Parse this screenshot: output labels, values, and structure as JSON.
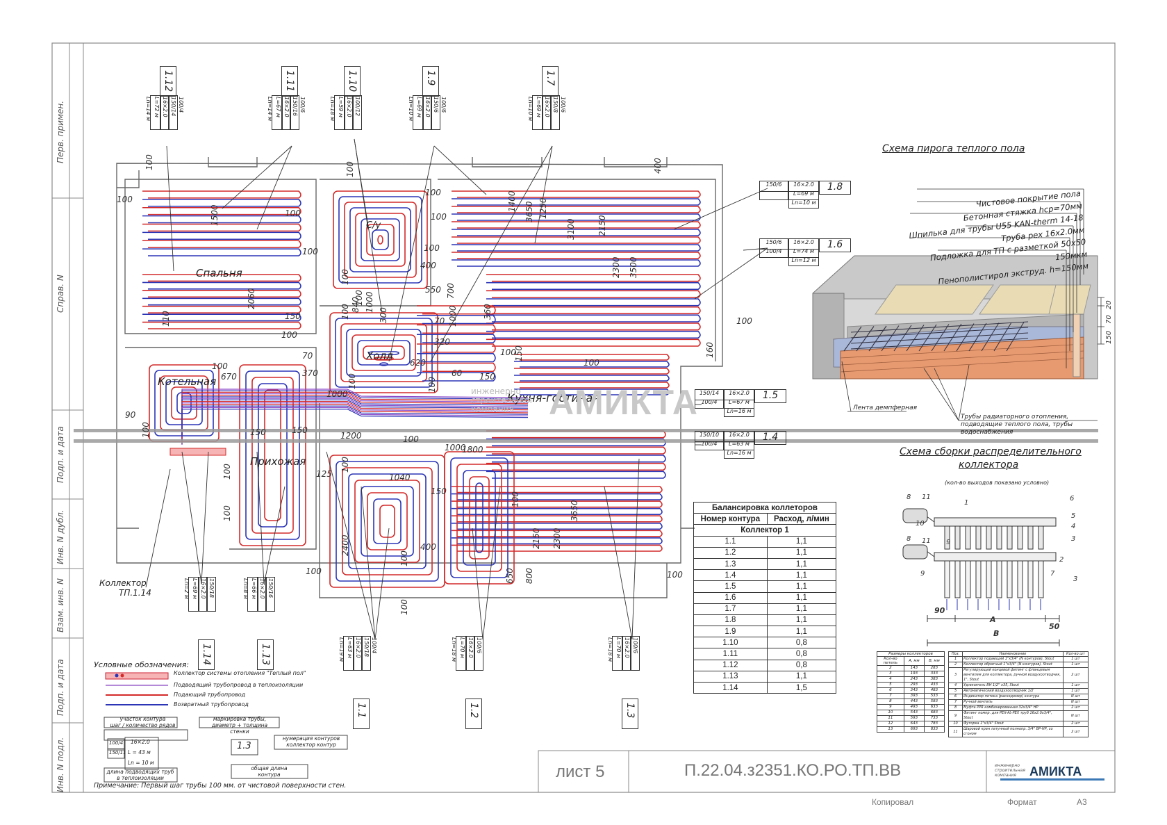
{
  "side_labels": [
    "Перв. примен.",
    "Справ. N",
    "Подп. и дата",
    "Инв. N дубл.",
    "Взам. инв. N",
    "Подп. и дата",
    "Инв. N подл."
  ],
  "rooms": {
    "bedroom": "Спальня",
    "bath": "С/у",
    "hall": "Холл",
    "boiler": "Котельная",
    "kitchen": "Кухня-гостиная",
    "entry": "Прихожая"
  },
  "circuit_tags": {
    "c112": {
      "id": "1.12",
      "a": "150/14",
      "b": "100/4",
      "c": "16×2.0",
      "d": "L=72 м",
      "e": "Ln=14 м"
    },
    "c111": {
      "id": "1.11",
      "a": "150/16",
      "b": "100/6",
      "c": "16×2.0",
      "d": "L=67 м",
      "e": "Ln=14 м"
    },
    "c110": {
      "id": "1.10",
      "a": "100/12",
      "b": "",
      "c": "16×2.0",
      "d": "L=59 м",
      "e": "Ln=18 м"
    },
    "c19": {
      "id": "1.9",
      "a": "150/6",
      "b": "100/6",
      "c": "16×2.0",
      "d": "L=69 м",
      "e": "Ln=10 м"
    },
    "c17": {
      "id": "1.7",
      "a": "150/8",
      "b": "100/6",
      "c": "16×2.0",
      "d": "L=69 м",
      "e": "Ln=10 м"
    },
    "c18": {
      "id": "1.8",
      "a": "150/6",
      "b": "",
      "c": "16×2.0",
      "d": "L=69 м",
      "e": "Ln=10 м"
    },
    "c16": {
      "id": "1.6",
      "a": "150/6",
      "b": "100/4",
      "c": "16×2.0",
      "d": "L=74 м",
      "e": "Ln=12 м"
    },
    "c15": {
      "id": "1.5",
      "a": "150/14",
      "b": "100/4",
      "c": "16×2.0",
      "d": "L=67 м",
      "e": "Ln=16 м"
    },
    "c14": {
      "id": "1.4",
      "a": "150/10",
      "b": "100/4",
      "c": "16×2.0",
      "d": "L=63 м",
      "e": "Ln=16 м"
    },
    "c114": {
      "id": "1.14",
      "a": "150/18",
      "b": "",
      "c": "16×2.0",
      "d": "L=69 м",
      "e": "Ln=2 м"
    },
    "c113": {
      "id": "1.13",
      "a": "150/16",
      "b": "",
      "c": "16×2.0",
      "d": "L=66 м",
      "e": "Ln=8 м"
    },
    "c11": {
      "id": "1.1",
      "a": "150/18",
      "b": "100/4",
      "c": "16×2.0",
      "d": "L=63 м",
      "e": "Ln=19 м"
    },
    "c12": {
      "id": "1.2",
      "a": "100/6",
      "b": "",
      "c": "16×2.0",
      "d": "L=70 м",
      "e": "Ln=18 м"
    },
    "c13": {
      "id": "1.3",
      "a": "100/6",
      "b": "",
      "c": "16×2.0",
      "d": "L=70 м",
      "e": "Ln=18 м"
    }
  },
  "dims": [
    "100",
    "100",
    "1500",
    "100",
    "2060",
    "110",
    "150",
    "100",
    "70",
    "370",
    "100",
    "150",
    "150",
    "100",
    "100",
    "125",
    "100",
    "100",
    "1200",
    "1040",
    "100",
    "100",
    "2400",
    "100",
    "100",
    "150",
    "400",
    "1000",
    "100",
    "3100",
    "2150",
    "2300",
    "3500",
    "3650",
    "1250",
    "1400",
    "550",
    "700",
    "1000",
    "360",
    "70",
    "320",
    "620",
    "60",
    "150",
    "100",
    "400",
    "100",
    "150",
    "100",
    "3650",
    "2150",
    "2300",
    "800",
    "650",
    "160",
    "100",
    "840",
    "1000",
    "300",
    "100",
    "400",
    "100",
    "100",
    "100",
    "100",
    "100",
    "100",
    "90",
    "100",
    "670",
    "1000",
    "1800",
    "100",
    "100"
  ],
  "collector_label": [
    "Коллектор",
    "ТП.1.14"
  ],
  "watermark": {
    "big": "АМИКТА",
    "small1": "инженерно",
    "small2": "строительная",
    "small3": "компания"
  },
  "pie": {
    "title": "Схема пирога теплого пола",
    "layers": [
      "Чистовое покрытие пола",
      "Бетонная стяжка hср=70мм",
      "Шпилька для трубы U55 KAN-therm 14-18",
      "Труба pex 16х2.0мм",
      "Подложка для ТП с разметкой 50х50 150мкм",
      "Пенополистирол экструд. h=150мм"
    ],
    "side_dims": [
      "20",
      "70",
      "150"
    ],
    "note1": "Лента демпферная",
    "note2": "Трубы радиаторного отопления, подводящие теплого пола, трубы водоснабжения"
  },
  "collector_scheme": {
    "title1": "Схема сборки распределительного",
    "title2": "коллектора",
    "subtitle": "(кол-во выходов показано условно)",
    "dims": [
      "90",
      "A",
      "B",
      "50"
    ],
    "nums": [
      "8",
      "11",
      "1",
      "6",
      "5",
      "4",
      "3",
      "10",
      "8",
      "11",
      "9",
      "2",
      "7",
      "3",
      "9"
    ]
  },
  "balance": {
    "title": "Балансировка коллеторов",
    "col1": "Номер контура",
    "col2": "Расход, л/мин",
    "group": "Коллектор 1",
    "rows": [
      [
        "1.1",
        "1,1"
      ],
      [
        "1.2",
        "1,1"
      ],
      [
        "1.3",
        "1,1"
      ],
      [
        "1.4",
        "1,1"
      ],
      [
        "1.5",
        "1,1"
      ],
      [
        "1.6",
        "1,1"
      ],
      [
        "1.7",
        "1,1"
      ],
      [
        "1.8",
        "1,1"
      ],
      [
        "1.9",
        "1,1"
      ],
      [
        "1.10",
        "0,8"
      ],
      [
        "1.11",
        "0,8"
      ],
      [
        "1.12",
        "0,8"
      ],
      [
        "1.13",
        "1,1"
      ],
      [
        "1.14",
        "1,5"
      ]
    ]
  },
  "sizes_table": {
    "title": "Размеры коллекторов",
    "head": [
      "Кол-во петель",
      "А, мм",
      "В, мм"
    ],
    "rows": [
      [
        "2",
        "143",
        "283"
      ],
      [
        "3",
        "193",
        "333"
      ],
      [
        "4",
        "243",
        "383"
      ],
      [
        "5",
        "293",
        "433"
      ],
      [
        "6",
        "343",
        "483"
      ],
      [
        "7",
        "393",
        "533"
      ],
      [
        "8",
        "443",
        "583"
      ],
      [
        "9",
        "493",
        "633"
      ],
      [
        "10",
        "543",
        "683"
      ],
      [
        "11",
        "593",
        "733"
      ],
      [
        "12",
        "643",
        "783"
      ],
      [
        "13",
        "693",
        "833"
      ]
    ]
  },
  "parts_table": {
    "head": [
      "Поз.",
      "Наименование",
      "Кол-во шт"
    ],
    "rows": [
      [
        "1",
        "Коллектор подающий 1\"х3/4\" (N контуров), Stout",
        "1 шт"
      ],
      [
        "2",
        "Коллектор обратный 1\"х3/4\" (N контуров), Stout",
        "1 шт"
      ],
      [
        "3",
        "Регулирующий концевой фитинг с фланцевым вентилем для коллектора, ручной воздухоотводчик, 1\", Stout",
        "2 шт"
      ],
      [
        "4",
        "Удлинитель ВН 1/2\" х35, Stout",
        "1 шт"
      ],
      [
        "5",
        "Автоматический воздухоотводчик 1/2",
        "1 шт"
      ],
      [
        "6",
        "Индикатор потока (расходомер) контура",
        "N шт"
      ],
      [
        "7",
        "Ручной вентиль",
        "N шт"
      ],
      [
        "8",
        "Муфта PPR комбинированная 32х3/4\" НР",
        "2 шт"
      ],
      [
        "9",
        "Фитинг компр. для PEX-AL-PEX труб 16х2.0х3/4\", Stout",
        "N шт"
      ],
      [
        "10",
        "Футорка 1\"х3/4\" Stout",
        "2 шт"
      ],
      [
        "11",
        "Шаровой кран латунный полнопр. 3/4\" ВР-НР, со сгоном",
        "2 шт"
      ]
    ]
  },
  "legend": {
    "title": "Условные обозначения:",
    "items": [
      "Коллектор системы отопления \"Теплый пол\"",
      "Подводящий трубопровод в теплоизоляции",
      "Подающий трубопровод",
      "Возвратный трубопровод"
    ],
    "ex_section": [
      "участок контура",
      "шаг / количество рядов"
    ],
    "ex_marking": [
      "маркировка трубы,",
      "диаметр + толщина стенки"
    ],
    "ex_numbering": [
      "нумерация контуров",
      "коллектор  контур"
    ],
    "ex_box_a": "100/4",
    "ex_box_b": "150/11",
    "ex_box_c": "16×2.0",
    "ex_box_d": "L = 43 м",
    "ex_box_e": "Ln = 10 м",
    "ex_box_id": "1.3",
    "ex_len_feed": [
      "длина подводящих труб",
      "в теплоизоляции"
    ],
    "ex_len_total": [
      "общая длина",
      "контура"
    ],
    "note": "Примечание: Первый шаг трубы 100 мм. от чистовой поверхности стен."
  },
  "title_block": {
    "sheet": "лист 5",
    "code": "П.22.04.з2351.КО.РО.ТП.ВВ",
    "logo_small": [
      "инженерно",
      "строительная",
      "компания"
    ],
    "logo_big": "АМИКТА",
    "copied": "Копировал",
    "format": "Формат",
    "format_val": "А3"
  },
  "colors": {
    "supply": "#d42a2a",
    "return": "#2b35b5",
    "feed": "#8a47c9",
    "line": "#555555"
  }
}
